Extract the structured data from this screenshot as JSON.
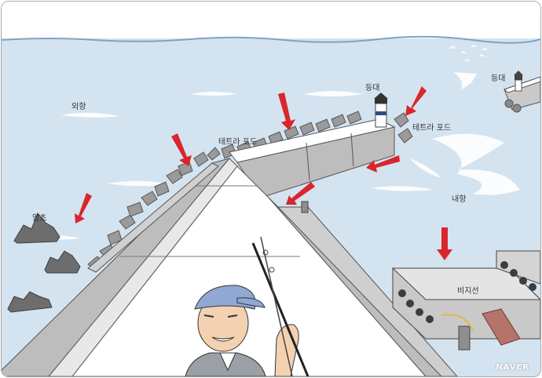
{
  "labels": {
    "outer_sea": "외항",
    "tetrapod_left": "테트라 포드",
    "tetrapod_right": "테트라 포드",
    "lighthouse_near": "등대",
    "lighthouse_far": "등대",
    "reef": "암초",
    "inner_harbor": "내항",
    "floating_pier": "비지선"
  },
  "watermark": "NAVER",
  "colors": {
    "sea": "#d4e3f0",
    "sea_highlight": "#ffffff",
    "walkway": "#ffffff",
    "concrete": "#bdbdbd",
    "concrete_dark": "#8e8e8e",
    "tetrapod": "#9a9a9a",
    "rock": "#6d6d6d",
    "arrow": "#d9262c",
    "cap": "#8fa8d4"
  }
}
